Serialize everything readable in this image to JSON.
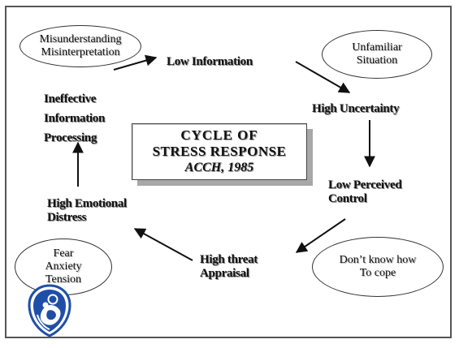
{
  "title": {
    "line1": "CYCLE   OF",
    "line2": "STRESS  RESPONSE",
    "line3": "ACCH, 1985"
  },
  "nodes": {
    "low_information": "Low Information",
    "high_uncertainty": "High Uncertainty",
    "low_perceived_control": "Low Perceived\nControl",
    "high_threat_appraisal": "High threat\nAppraisal",
    "high_emotional_distress": "High Emotional\nDistress",
    "ineffective_processing": "Ineffective\nInformation\nProcessing"
  },
  "ovals": {
    "misunderstanding": "Misunderstanding\nMisinterpretation",
    "unfamiliar": "Unfamiliar\nSituation",
    "fear": "Fear\nAnxiety\nTension",
    "dont_know": "Don’t know how\nTo cope"
  },
  "logo": {
    "icon": "mother-and-child-emblem",
    "color": "#1f4ea8"
  }
}
